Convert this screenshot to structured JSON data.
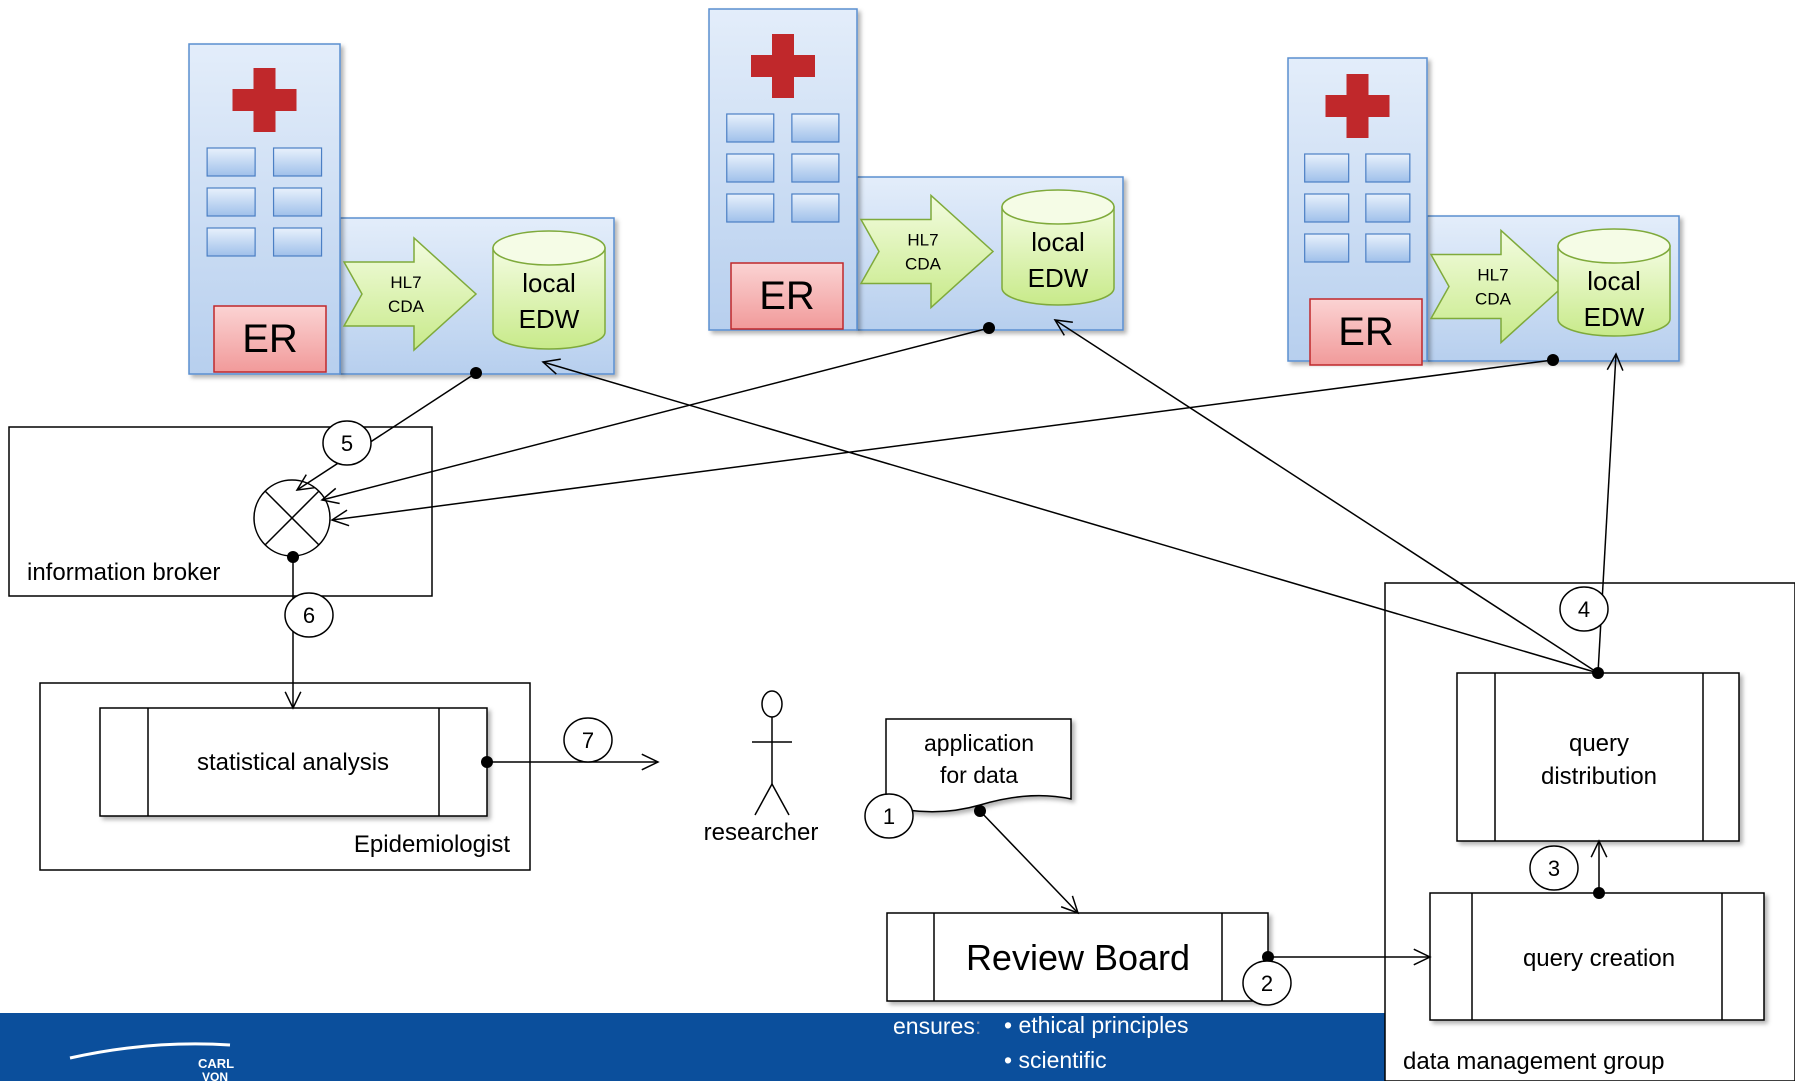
{
  "hospitals": [
    {
      "er_label": "ER",
      "arrow_label_1": "HL7",
      "arrow_label_2": "CDA",
      "db_label_1": "local",
      "db_label_2": "EDW"
    },
    {
      "er_label": "ER",
      "arrow_label_1": "HL7",
      "arrow_label_2": "CDA",
      "db_label_1": "local",
      "db_label_2": "EDW"
    },
    {
      "er_label": "ER",
      "arrow_label_1": "HL7",
      "arrow_label_2": "CDA",
      "db_label_1": "local",
      "db_label_2": "EDW"
    }
  ],
  "information_broker": {
    "label": "information broker"
  },
  "epidemiologist": {
    "label": "Epidemiologist",
    "process_label": "statistical analysis"
  },
  "researcher": {
    "label": "researcher"
  },
  "application": {
    "line1": "application",
    "line2": "for data"
  },
  "review_board": {
    "label": "Review Board"
  },
  "data_management": {
    "label": "data management group",
    "query_distribution_1": "query",
    "query_distribution_2": "distribution",
    "query_creation": "query creation"
  },
  "steps": [
    "1",
    "2",
    "3",
    "4",
    "5",
    "6",
    "7"
  ],
  "footer": {
    "ensures_label": "ensures",
    "ensures_colon": ":",
    "bullets": [
      "ethical principles",
      "scientific"
    ],
    "logo_text_1": "CARL",
    "logo_text_2": "VON"
  },
  "colors": {
    "footer_bg": "#0b4f9c",
    "building_fill": "#c9dcf5",
    "building_stroke": "#5a8fd0",
    "cross": "#c0282b",
    "er_fill": "#f5b4b4",
    "green_fill": "#dff5b2",
    "green_stroke": "#7faa3b"
  }
}
